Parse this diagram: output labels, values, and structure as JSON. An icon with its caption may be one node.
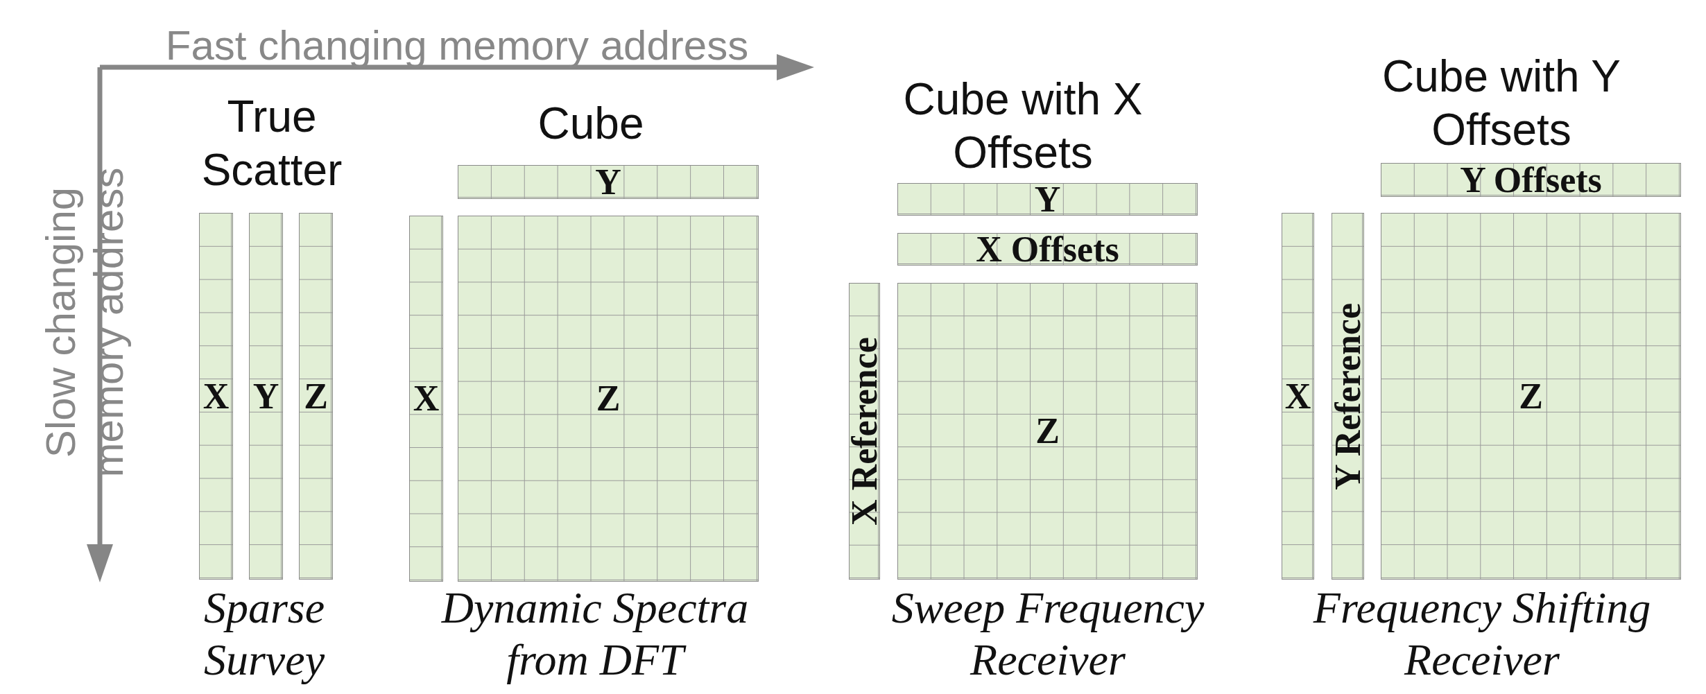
{
  "diagram": {
    "nodes": [
      {
        "text": [
          "X"
        ]
      },
      {
        "text": [
          "Y"
        ]
      },
      {
        "text": [
          "Z"
        ]
      },
      {
        "text": [
          "Y"
        ]
      },
      {
        "text": [
          "X"
        ]
      },
      {
        "text": [
          "Z"
        ]
      },
      {
        "text": [
          "Y"
        ]
      },
      {
        "text": [
          "X Offsets"
        ]
      },
      {
        "text": [
          "X Reference"
        ]
      },
      {
        "text": [
          "Z"
        ]
      },
      {
        "text": [
          "Y Offsets"
        ]
      },
      {
        "text": [
          "X"
        ]
      },
      {
        "text": [
          "Y Reference"
        ]
      },
      {
        "text": [
          "Z"
        ]
      }
    ],
    "labels": [
      "Fast changing memory address",
      "Slow changing memory address",
      "True Scatter",
      "Cube",
      "Cube with X Offsets",
      "Cube with Y Offsets",
      "Sparse Survey",
      "Dynamic Spectra from DFT",
      "Sweep Frequency Receiver",
      "Frequency Shifting Receiver"
    ]
  }
}
